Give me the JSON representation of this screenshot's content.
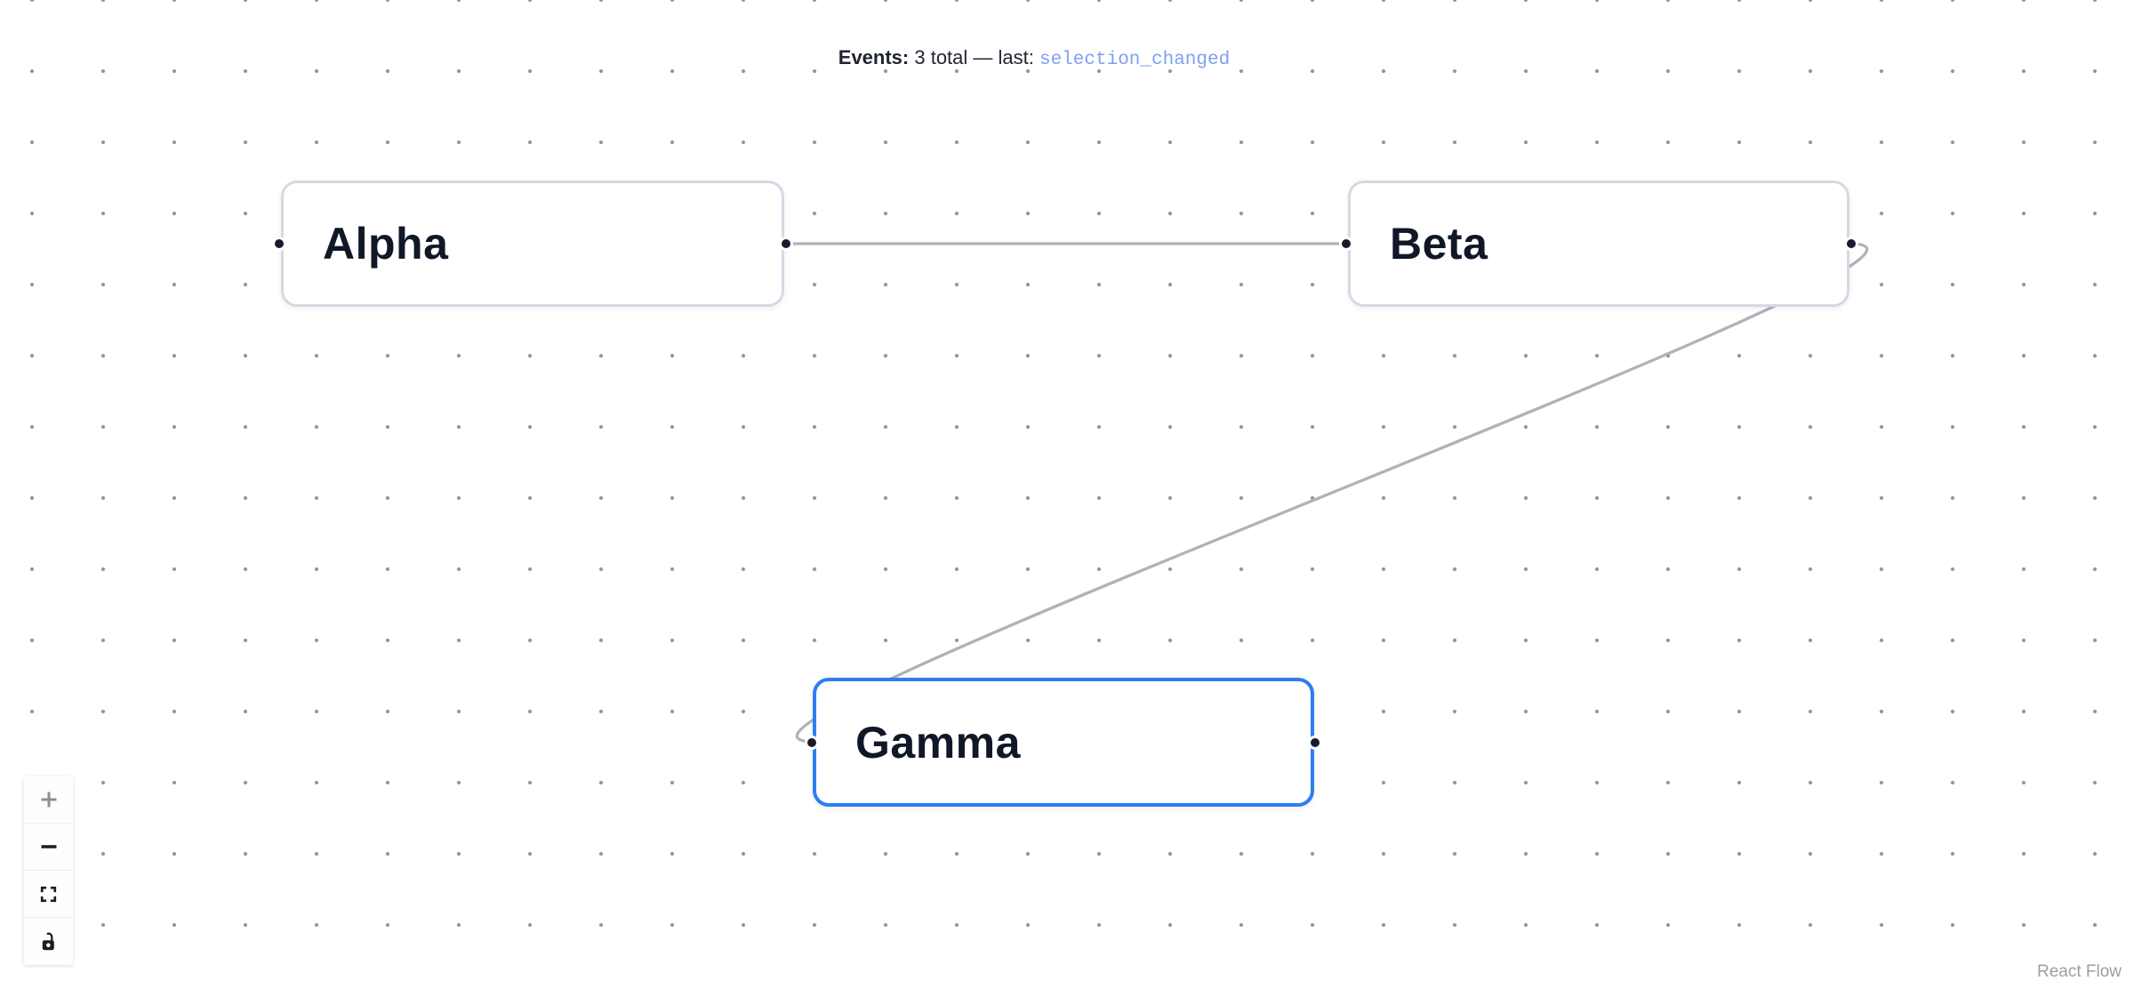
{
  "header": {
    "events_label": "Events:",
    "events_summary": " 3 total — last: ",
    "last_event": "selection_changed"
  },
  "canvas": {
    "nodes": [
      {
        "id": "alpha",
        "label": "Alpha",
        "selected": false
      },
      {
        "id": "beta",
        "label": "Beta",
        "selected": false
      },
      {
        "id": "gamma",
        "label": "Gamma",
        "selected": true
      }
    ],
    "edges": [
      {
        "source": "alpha",
        "target": "beta",
        "shape": "straight"
      },
      {
        "source": "beta",
        "target": "gamma",
        "shape": "bezier"
      }
    ]
  },
  "controls": {
    "buttons": [
      {
        "name": "zoom-in",
        "icon": "plus-icon",
        "disabled": true
      },
      {
        "name": "zoom-out",
        "icon": "minus-icon",
        "disabled": false
      },
      {
        "name": "fit-view",
        "icon": "fit-view-icon",
        "disabled": false
      },
      {
        "name": "toggle-interactivity",
        "icon": "unlock-icon",
        "disabled": false
      }
    ]
  },
  "attribution": {
    "label": "React Flow"
  },
  "colors": {
    "edge": "#b1b1b7",
    "node_border": "#d3dae3",
    "selected_border": "#2e7df5",
    "handle": "#191a2b",
    "node_label": "#101828",
    "dot_grid": "#8f92a1",
    "header_text": "#1f2430",
    "last_event_blue": "#7da1f0",
    "attribution_gray": "#9aa0a6"
  }
}
